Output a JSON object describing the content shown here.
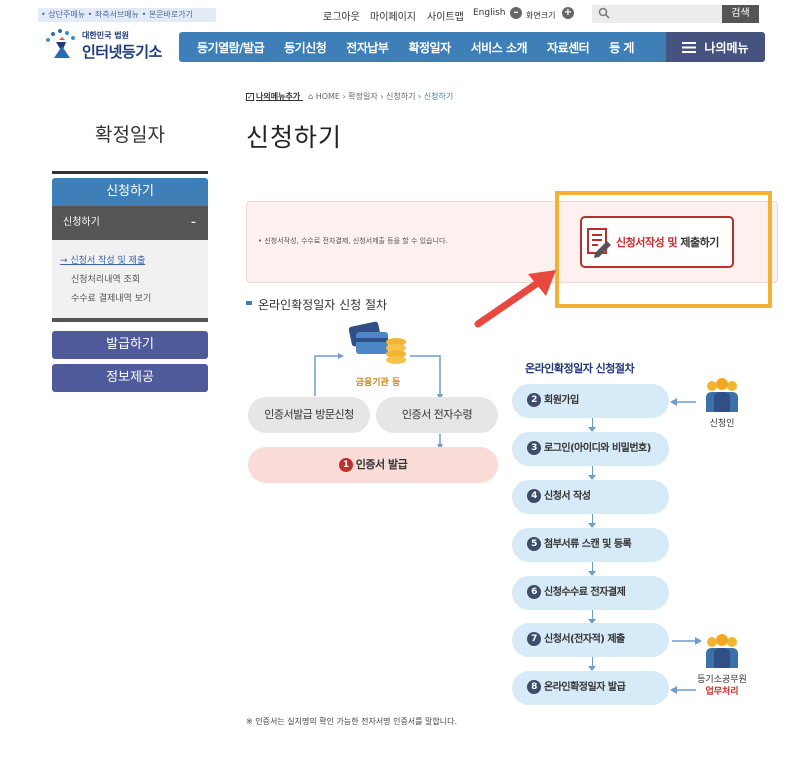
{
  "top": {
    "skip_links": "• 상단주메뉴 • 좌측서브메뉴 • 본문바로가기",
    "logout": "로그아웃",
    "mypage": "마이페이지",
    "sitemap": "사이트맵",
    "english": "English",
    "zoom_label": "화면크기",
    "search_button": "검색"
  },
  "logo": {
    "small": "대한민국 법원",
    "big": "인터넷등기소"
  },
  "nav": {
    "items": [
      "등기열람/발급",
      "등기신청",
      "전자납부",
      "확정일자",
      "서비스 소개",
      "자료센터",
      "등 게"
    ],
    "my_menu": "나의메뉴"
  },
  "breadcrumb": {
    "add_menu": "나의메뉴추가",
    "home": "HOME",
    "level1": "확정일자",
    "level2": "신청하기",
    "current": "신청하기"
  },
  "sidebar": {
    "title": "확정일자",
    "section_head": "신청하기",
    "sub_head": "신청하기",
    "sub_toggle": "–",
    "links": [
      "→ 신청서 작성 및 제출",
      "신청처리내역 조회",
      "수수료 결제내역 보기"
    ],
    "btn_issue": "발급하기",
    "btn_info": "정보제공"
  },
  "main": {
    "page_title": "신청하기",
    "info_text": "• 신청서작성, 수수료 전자결제, 신청서제출 등을 할 수 있습니다.",
    "apply_button_red": "신청서작성 및",
    "apply_button_dark": "제출하기",
    "section_title": "온라인확정일자 신청 절차"
  },
  "cert_flow": {
    "bank_label": "금융기관 등",
    "left_pill": "인증서발급 방문신청",
    "right_pill": "인증서 전자수령",
    "bottom_number": "1",
    "bottom_pill": "인증서 발급"
  },
  "process": {
    "title": "온라인확정일자 신청절차",
    "steps": [
      {
        "num": "2",
        "label": "회원가입"
      },
      {
        "num": "3",
        "label": "로그인(아이디와 비밀번호)"
      },
      {
        "num": "4",
        "label": "신청서 작성"
      },
      {
        "num": "5",
        "label": "첨부서류 스캔 및 등록"
      },
      {
        "num": "6",
        "label": "신청수수료 전자결제"
      },
      {
        "num": "7",
        "label": "신청서(전자적) 제출"
      },
      {
        "num": "8",
        "label": "온라인확정일자 발급"
      }
    ],
    "applicant_label": "신청인",
    "clerk_label_1": "등기소공무원",
    "clerk_label_2": "업무처리"
  },
  "footnote": "※ 인증서는 실지명의 확인 가능한 전자서명 인증서를 말합니다.",
  "colors": {
    "primary": "#3d7fb6",
    "dark_nav": "#46537e",
    "side_button": "#4f5a9b",
    "highlight": "#f4b234",
    "accent_red": "#c62d2a",
    "arrow": "#e8483d"
  }
}
